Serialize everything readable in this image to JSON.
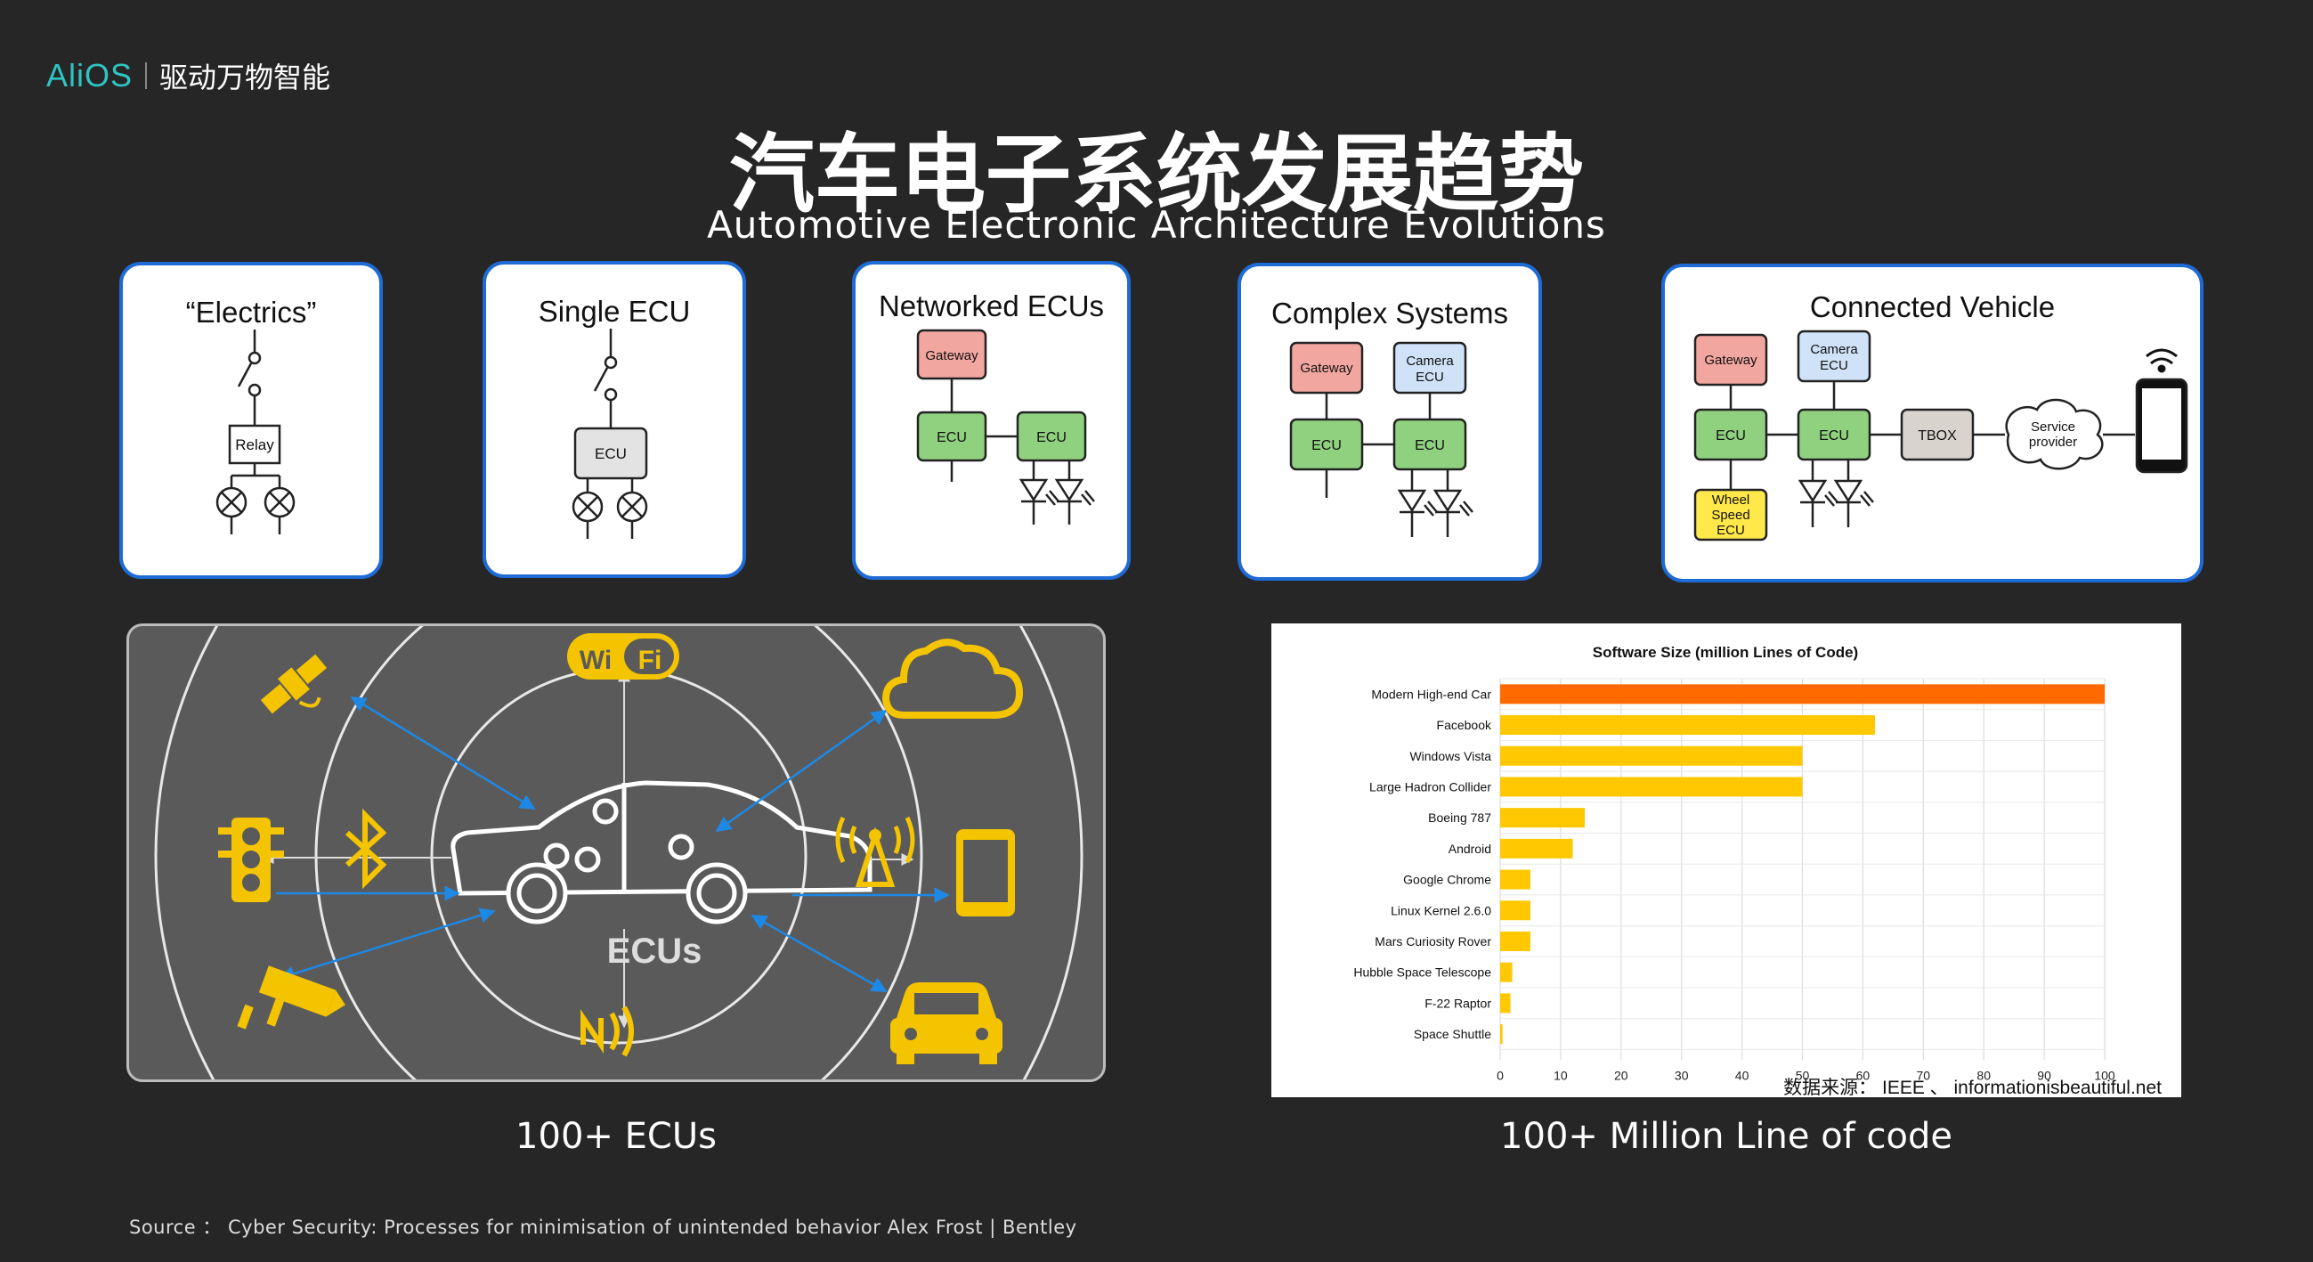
{
  "header": {
    "logo": "AliOS",
    "slogan": "驱动万物智能",
    "title_cn": "汽车电子系统发展趋势",
    "title_en": "Automotive Electronic Architecture Evolutions"
  },
  "architecture_cards": [
    {
      "title": "“Electrics”",
      "labels": {
        "relay": "Relay"
      }
    },
    {
      "title": "Single ECU",
      "labels": {
        "ecu": "ECU"
      }
    },
    {
      "title": "Networked ECUs",
      "labels": {
        "gateway": "Gateway",
        "ecu1": "ECU",
        "ecu2": "ECU"
      }
    },
    {
      "title": "Complex Systems",
      "labels": {
        "gateway": "Gateway",
        "camera_line1": "Camera",
        "camera_line2": "ECU",
        "ecu1": "ECU",
        "ecu2": "ECU"
      }
    },
    {
      "title": "Connected Vehicle",
      "labels": {
        "gateway": "Gateway",
        "camera_line1": "Camera",
        "camera_line2": "ECU",
        "ecu1": "ECU",
        "ecu2": "ECU",
        "tbox": "TBOX",
        "service_line1": "Service",
        "service_line2": "provider",
        "wheel_line1": "Wheel",
        "wheel_line2": "Speed",
        "wheel_line3": "ECU"
      }
    }
  ],
  "ecu_panel": {
    "center_label": "ECUs",
    "wifi_label_1": "Wi",
    "wifi_label_2": "Fi",
    "icons": [
      "satellite-icon",
      "wifi-icon",
      "cloud-icon",
      "traffic-light-icon",
      "bluetooth-icon",
      "antenna-icon",
      "tablet-icon",
      "camera-icon",
      "nfc-icon",
      "car-front-icon",
      "car-icon"
    ],
    "accent_color": "#f5c400",
    "arrow_color": "#1e6bd6"
  },
  "captions": {
    "left": "100+ ECUs",
    "right": "100+ Million Line of code"
  },
  "chart_source_note": "数据来源： IEEE 、 informationisbeautiful.net",
  "source": "Source ： Cyber Security: Processes for minimisation of unintended behavior Alex Frost | Bentley",
  "colors": {
    "highlight": "#ff6a00",
    "bar": "#ffc800",
    "card_border": "#1e6bd6",
    "ecu_green": "#8fd17f",
    "gateway_red": "#f2a6a0",
    "camera_blue": "#cfe2f7",
    "wheel_yellow": "#ffe84a",
    "tbox_gray": "#d8d3cc"
  },
  "chart_data": {
    "type": "bar",
    "orientation": "horizontal",
    "title": "Software Size (million Lines of Code)",
    "categories": [
      "Modern High-end Car",
      "Facebook",
      "Windows Vista",
      "Large Hadron Collider",
      "Boeing 787",
      "Android",
      "Google Chrome",
      "Linux Kernel 2.6.0",
      "Mars Curiosity Rover",
      "Hubble Space Telescope",
      "F-22 Raptor",
      "Space Shuttle"
    ],
    "values": [
      100,
      62,
      50,
      50,
      14,
      12,
      5,
      5,
      5,
      2,
      1.7,
      0.4
    ],
    "highlight_index": 0,
    "xlim": [
      0,
      100
    ],
    "xticks": [
      0,
      10,
      20,
      30,
      40,
      50,
      60,
      70,
      80,
      90,
      100
    ],
    "grid": true
  }
}
